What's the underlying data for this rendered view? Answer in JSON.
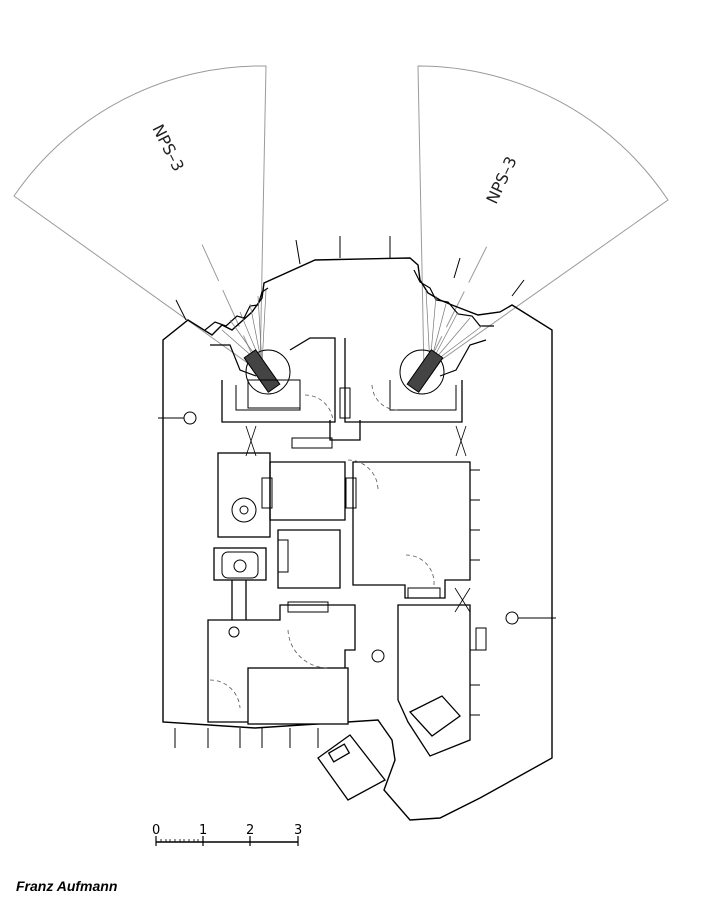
{
  "diagram": {
    "sector_labels": [
      "NPS–3",
      "NPS–3"
    ],
    "scale": {
      "ticks": [
        "0",
        "1",
        "2",
        "3"
      ]
    }
  },
  "credit": {
    "author": "Franz Aufmann"
  },
  "colors": {
    "line": "#000000",
    "thin": "#9a9a9a",
    "fill": "#444444"
  }
}
